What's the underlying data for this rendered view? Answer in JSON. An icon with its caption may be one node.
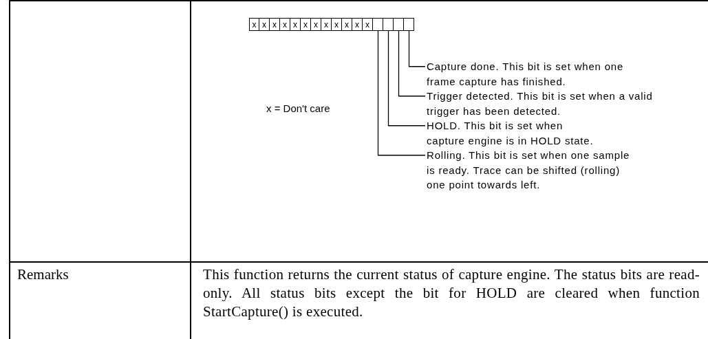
{
  "diagram": {
    "nodes": [
      {
        "text": [
          "x"
        ]
      },
      {
        "text": [
          "x"
        ]
      },
      {
        "text": [
          "x"
        ]
      },
      {
        "text": [
          "x"
        ]
      },
      {
        "text": [
          "x"
        ]
      },
      {
        "text": [
          "x"
        ]
      },
      {
        "text": [
          "x"
        ]
      },
      {
        "text": [
          "x"
        ]
      },
      {
        "text": [
          "x"
        ]
      },
      {
        "text": [
          "x"
        ]
      },
      {
        "text": [
          "x"
        ]
      },
      {
        "text": [
          "x"
        ]
      },
      {
        "text": [],
        "shape": "box"
      },
      {
        "text": [],
        "shape": "box"
      },
      {
        "text": [],
        "shape": "box"
      },
      {
        "text": [],
        "shape": "box"
      },
      {
        "text": [
          "Capture done. This bit is set when one frame capture has finished."
        ]
      },
      {
        "text": [
          "Trigger detected. This bit is set when a valid trigger has been detected."
        ]
      },
      {
        "text": [
          "HOLD. This bit is set when capture engine is in HOLD state."
        ]
      },
      {
        "text": [
          "Rolling. This bit is set when one sample is ready. Trace can be shifted (rolling) one point towards left."
        ]
      }
    ],
    "edges": [
      {
        "from": 15,
        "to": 16,
        "arrow": "none"
      },
      {
        "from": 14,
        "to": 17,
        "arrow": "none"
      },
      {
        "from": 13,
        "to": 18,
        "arrow": "none"
      },
      {
        "from": 12,
        "to": 19,
        "arrow": "none"
      }
    ],
    "labels": [
      "x = Don't care",
      "Remarks",
      "This function returns the current status of capture engine. The status bits are read-only. All status bits except the bit for HOLD are cleared when function StartCapture() is executed."
    ]
  }
}
